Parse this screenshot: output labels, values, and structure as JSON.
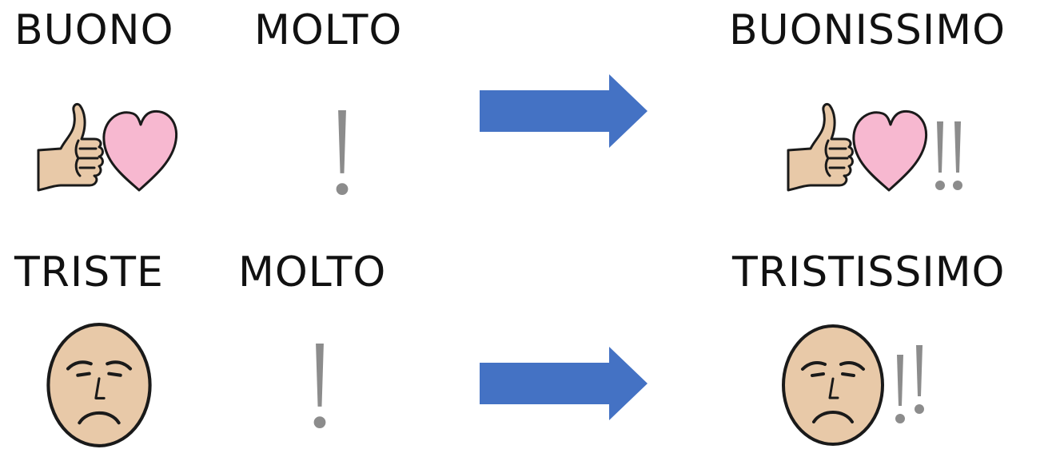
{
  "rows": [
    {
      "base_word": "BUONO",
      "modifier_word": "MOLTO",
      "result_word": "BUONISSIMO",
      "base_symbol": "thumbs-up-heart",
      "modifier_symbol": "exclamation-mark",
      "result_symbol": "thumbs-up-heart-double-exclamation"
    },
    {
      "base_word": "TRISTE",
      "modifier_word": "MOLTO",
      "result_word": "TRISTISSIMO",
      "base_symbol": "sad-face",
      "modifier_symbol": "exclamation-mark",
      "result_symbol": "sad-face-double-exclamation"
    }
  ],
  "colors": {
    "arrow": "#4472C4",
    "skin": "#E8C9A8",
    "heart": "#F7B8D0",
    "exclamation": "#8C8C8C",
    "outline": "#1A1A1A"
  }
}
